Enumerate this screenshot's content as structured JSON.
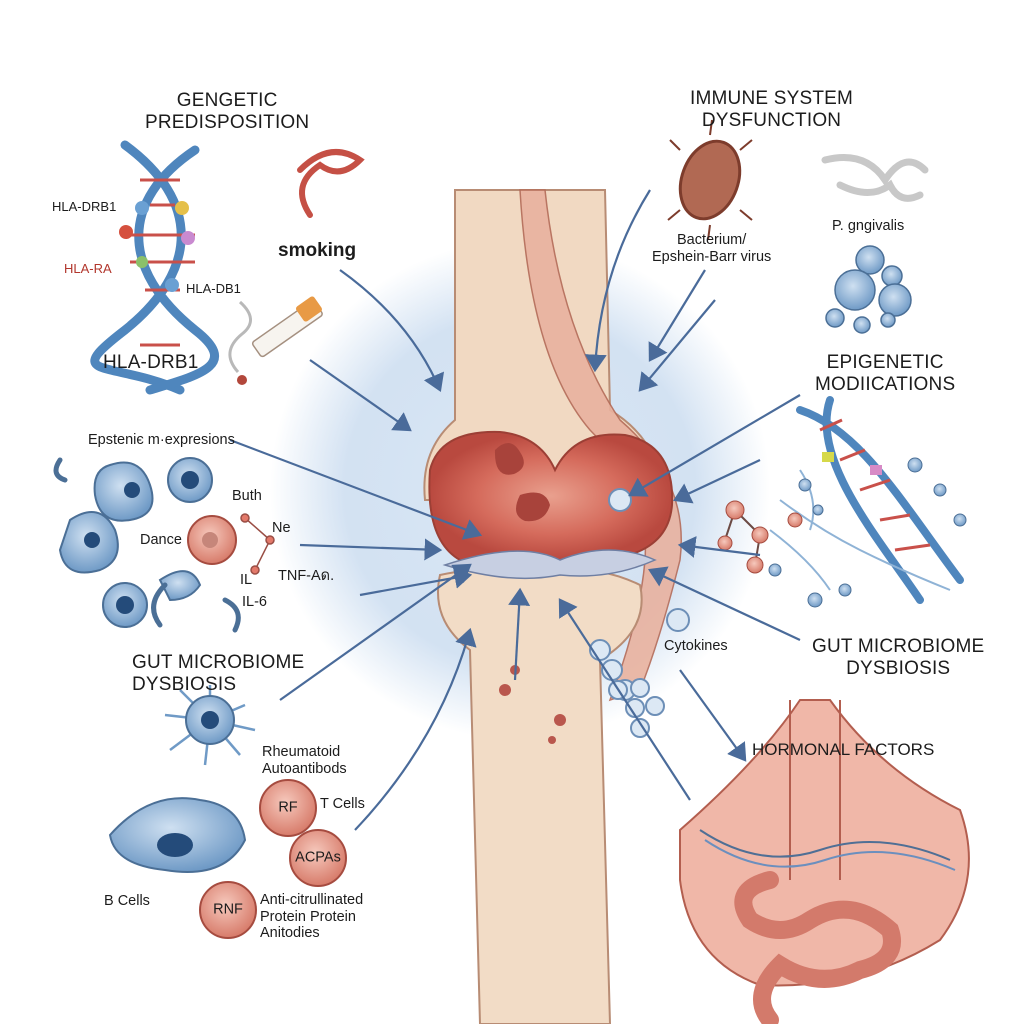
{
  "colors": {
    "bone": "#f3dcc4",
    "inflamed": "#d9685f",
    "arrow": "#4a6b9a",
    "glow": "#c9dcef",
    "cell": "#7aa4cc",
    "dna_blue": "#4f86bd"
  },
  "labels": {
    "genetic": "GENGETIC\nPREDISPOSITION",
    "dna_top": "HLA-DRB1",
    "dna_mid_red": "HLA-RA",
    "dna_mid": "HLA-DB1",
    "dna_bottom": "HLA-DRB1",
    "smoking": "smoking",
    "immune": "IMMUNE SYSTEM\nDYSFUNCTION",
    "pathogen": "P. gngivalis",
    "virus": "Bacterium/\nEpshein-Barr virus",
    "epigenetic": "EPIGENETIC\nMODIICATIONS",
    "expressions": "Epsteniє m·expresions",
    "buth": "Buth",
    "dance": "Dance",
    "ne": "Ne",
    "il1": "IL",
    "tnf": "TNF-Aด.",
    "il6": "IL-6",
    "gut_left": "GUT MICROBIOME\nDYSBIOSIS",
    "cytokines": "Cytokines",
    "gut_right": "GUT MICROBIOME\nDYSBIOSIS",
    "hormonal": "HORMONAL FACTORS",
    "rheum": "Rheumatoid\nAutoantibods",
    "rf": "RF",
    "tcells": "T Cells",
    "acpas": "ACPAs",
    "bcells": "B Cells",
    "rnf": "RNF",
    "anti": "Anti-citrullinated\nProtein Protein\nAnitodies"
  }
}
